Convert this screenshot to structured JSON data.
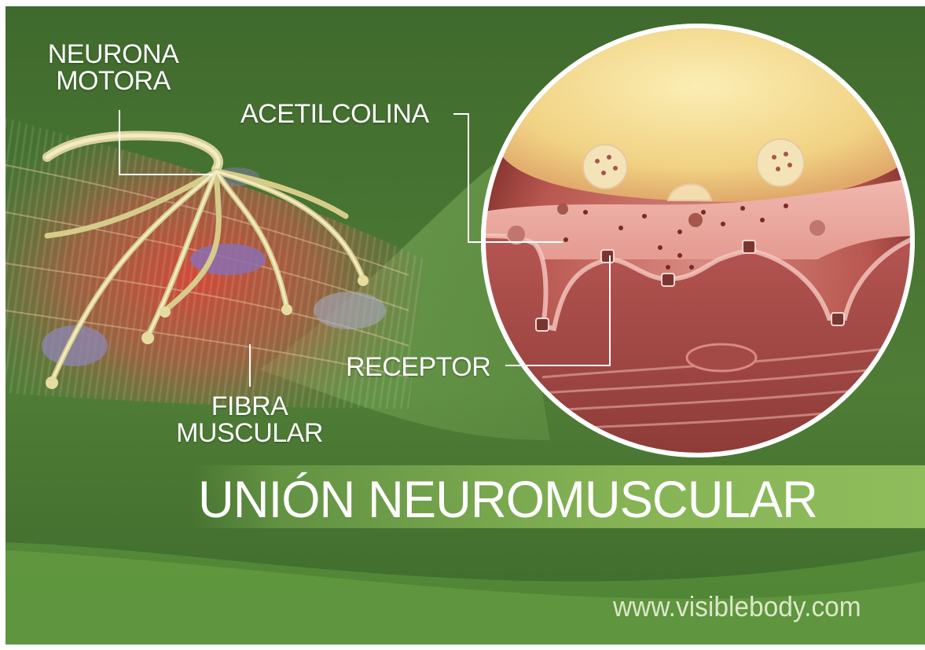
{
  "labels": {
    "neurona_line1": "NEURONA",
    "neurona_line2": "MOTORA",
    "acetilcolina": "ACETILCOLINA",
    "fibra_line1": "FIBRA",
    "fibra_line2": "MUSCULAR",
    "receptor": "RECEPTOR"
  },
  "title": "UNIÓN NEUROMUSCULAR",
  "website": "www.visiblebody.com",
  "colors": {
    "background": "#4e7a36",
    "title_band": "#86b455",
    "label_text": "#ffffff",
    "muscle": "#c9524a",
    "nerve": "#e6dca0",
    "vesicle_terminal": "#f2d88a"
  }
}
